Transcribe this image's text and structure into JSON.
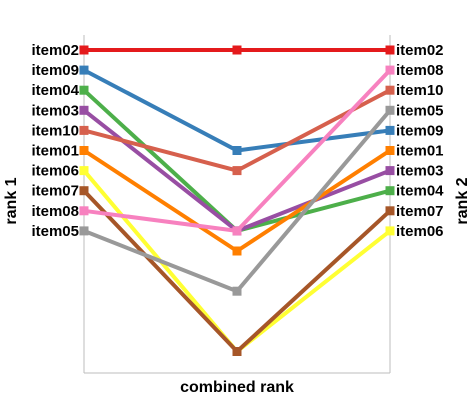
{
  "chart_data": {
    "type": "line",
    "title": "",
    "xlabel": "combined rank",
    "ylabel_left": "rank 1",
    "ylabel_right": "rank 2",
    "x": [
      "rank 1",
      "combined rank",
      "rank 2"
    ],
    "ylim": [
      1,
      16
    ],
    "y_inverted": true,
    "grid": false,
    "left_tick_labels": [
      "item02",
      "item09",
      "item04",
      "item03",
      "item10",
      "item01",
      "item06",
      "item07",
      "item08",
      "item05"
    ],
    "right_tick_labels": [
      "item02",
      "item08",
      "item10",
      "item05",
      "item09",
      "item01",
      "item03",
      "item04",
      "item07",
      "item06"
    ],
    "series": [
      {
        "name": "item02",
        "color": "#e41a1c",
        "values": [
          1,
          1,
          1
        ]
      },
      {
        "name": "item09",
        "color": "#377eb8",
        "values": [
          2,
          6,
          5
        ]
      },
      {
        "name": "item04",
        "color": "#4daf4a",
        "values": [
          3,
          10,
          8
        ]
      },
      {
        "name": "item03",
        "color": "#984ea3",
        "values": [
          4,
          10,
          7
        ]
      },
      {
        "name": "item10",
        "color": "#d6604d",
        "values": [
          5,
          7,
          3
        ]
      },
      {
        "name": "item01",
        "color": "#ff7f00",
        "values": [
          6,
          11,
          6
        ]
      },
      {
        "name": "item06",
        "color": "#ffff33",
        "values": [
          7,
          16,
          10
        ]
      },
      {
        "name": "item07",
        "color": "#a65628",
        "values": [
          8,
          16,
          9
        ]
      },
      {
        "name": "item08",
        "color": "#f781bf",
        "values": [
          9,
          10,
          2
        ]
      },
      {
        "name": "item05",
        "color": "#999999",
        "values": [
          10,
          13,
          4
        ]
      }
    ]
  }
}
